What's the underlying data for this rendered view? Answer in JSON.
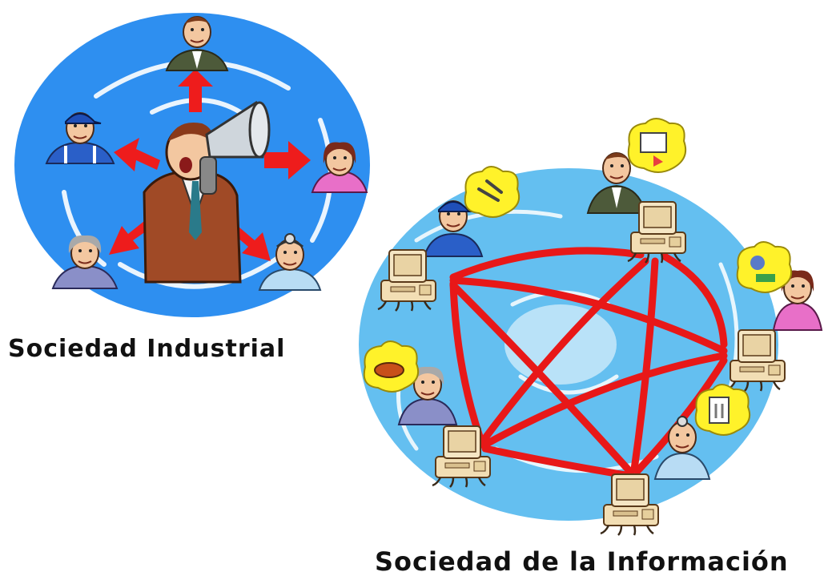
{
  "captions": {
    "industrial": "Sociedad Industrial",
    "information": "Sociedad de la Información"
  },
  "colors": {
    "industrial_bg": "#2e8ff0",
    "information_bg": "#64bff0",
    "arrow": "#ee1c1c",
    "network_link": "#e81818",
    "computer": "#f2deb4",
    "thought_bubble": "#fff22a"
  },
  "industrial_scene": {
    "center": "person-with-megaphone-icon",
    "receivers": [
      "businessman-icon",
      "worker-cap-icon",
      "woman-pink-icon",
      "doctor-icon",
      "elderly-woman-icon"
    ]
  },
  "information_scene": {
    "nodes": [
      "worker-cap-icon",
      "businessman-icon",
      "woman-pink-icon",
      "elderly-woman-icon",
      "doctor-icon"
    ],
    "node_device": "computer-icon",
    "links": "all-to-all"
  }
}
